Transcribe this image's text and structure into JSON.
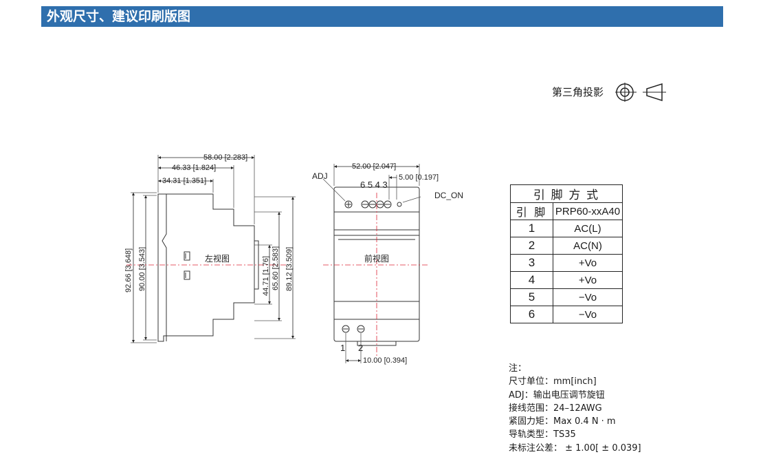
{
  "header": {
    "title": "外观尺寸、建议印刷版图"
  },
  "projection": {
    "label": "第三角投影"
  },
  "left_view": {
    "label": "左视图",
    "dims": {
      "w1": "58.00 [2.283]",
      "w2": "46.33 [1.824]",
      "w3": "34.31 [1.351]",
      "h1": "92.66 [3.648]",
      "h2": "90.00 [3.543]",
      "h3": "44.71 [1.76]",
      "h4": "65.60 [2.583]",
      "h5": "89.12 [3.509]"
    }
  },
  "front_view": {
    "label": "前视图",
    "adj": "ADJ",
    "dc_on": "DC_ON",
    "pin_numbers_top": "6 5 4 3",
    "pin1": "1",
    "pin2": "2",
    "dims": {
      "w1": "52.00 [2.047]",
      "w2": "5.00 [0.197]",
      "w3": "10.00 [0.394]"
    }
  },
  "pin_table": {
    "title": "引 脚 方 式",
    "col1": "引 脚",
    "col2": "PRP60-xxA40",
    "rows": [
      {
        "pin": "1",
        "func": "AC(L)"
      },
      {
        "pin": "2",
        "func": "AC(N)"
      },
      {
        "pin": "3",
        "func": "+Vo"
      },
      {
        "pin": "4",
        "func": "+Vo"
      },
      {
        "pin": "5",
        "func": "−Vo"
      },
      {
        "pin": "6",
        "func": "−Vo"
      }
    ]
  },
  "notes": [
    "注：",
    "尺寸单位：mm[inch]",
    "ADJ：输出电压调节旋钮",
    "接线范围：24–12AWG",
    "紧固力矩：Max 0.4 N · m",
    "导轨类型：TS35",
    "未标注公差： ± 1.00[ ± 0.039]"
  ]
}
